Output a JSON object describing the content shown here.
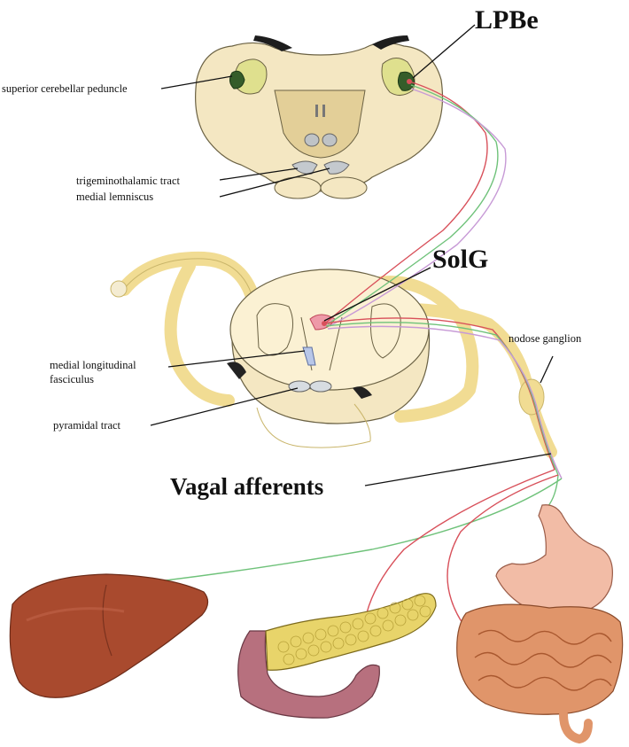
{
  "labels": {
    "lpbe": "LPBe",
    "solg": "SolG",
    "vagal": "Vagal afferents",
    "scp": "superior cerebellar peduncle",
    "trigem": "trigeminothalamic tract",
    "medlem": "medial lemniscus",
    "mlf_1": "medial longitudinal",
    "mlf_2": "fasciculus",
    "pyr": "pyramidal tract",
    "nodose": "nodose ganglion"
  },
  "colors": {
    "tissue": "#f4e7c2",
    "tissue_dark": "#e3cf98",
    "nerve": "#f1dc93",
    "green_fiber": "#6fc27a",
    "red_fiber": "#d8505a",
    "purple_fiber": "#c79ad6",
    "liver": "#a94a2e",
    "stomach": "#f2bca6",
    "intestine": "#e0956a",
    "pancreas": "#e8d46a",
    "duodenum": "#b7707e"
  }
}
